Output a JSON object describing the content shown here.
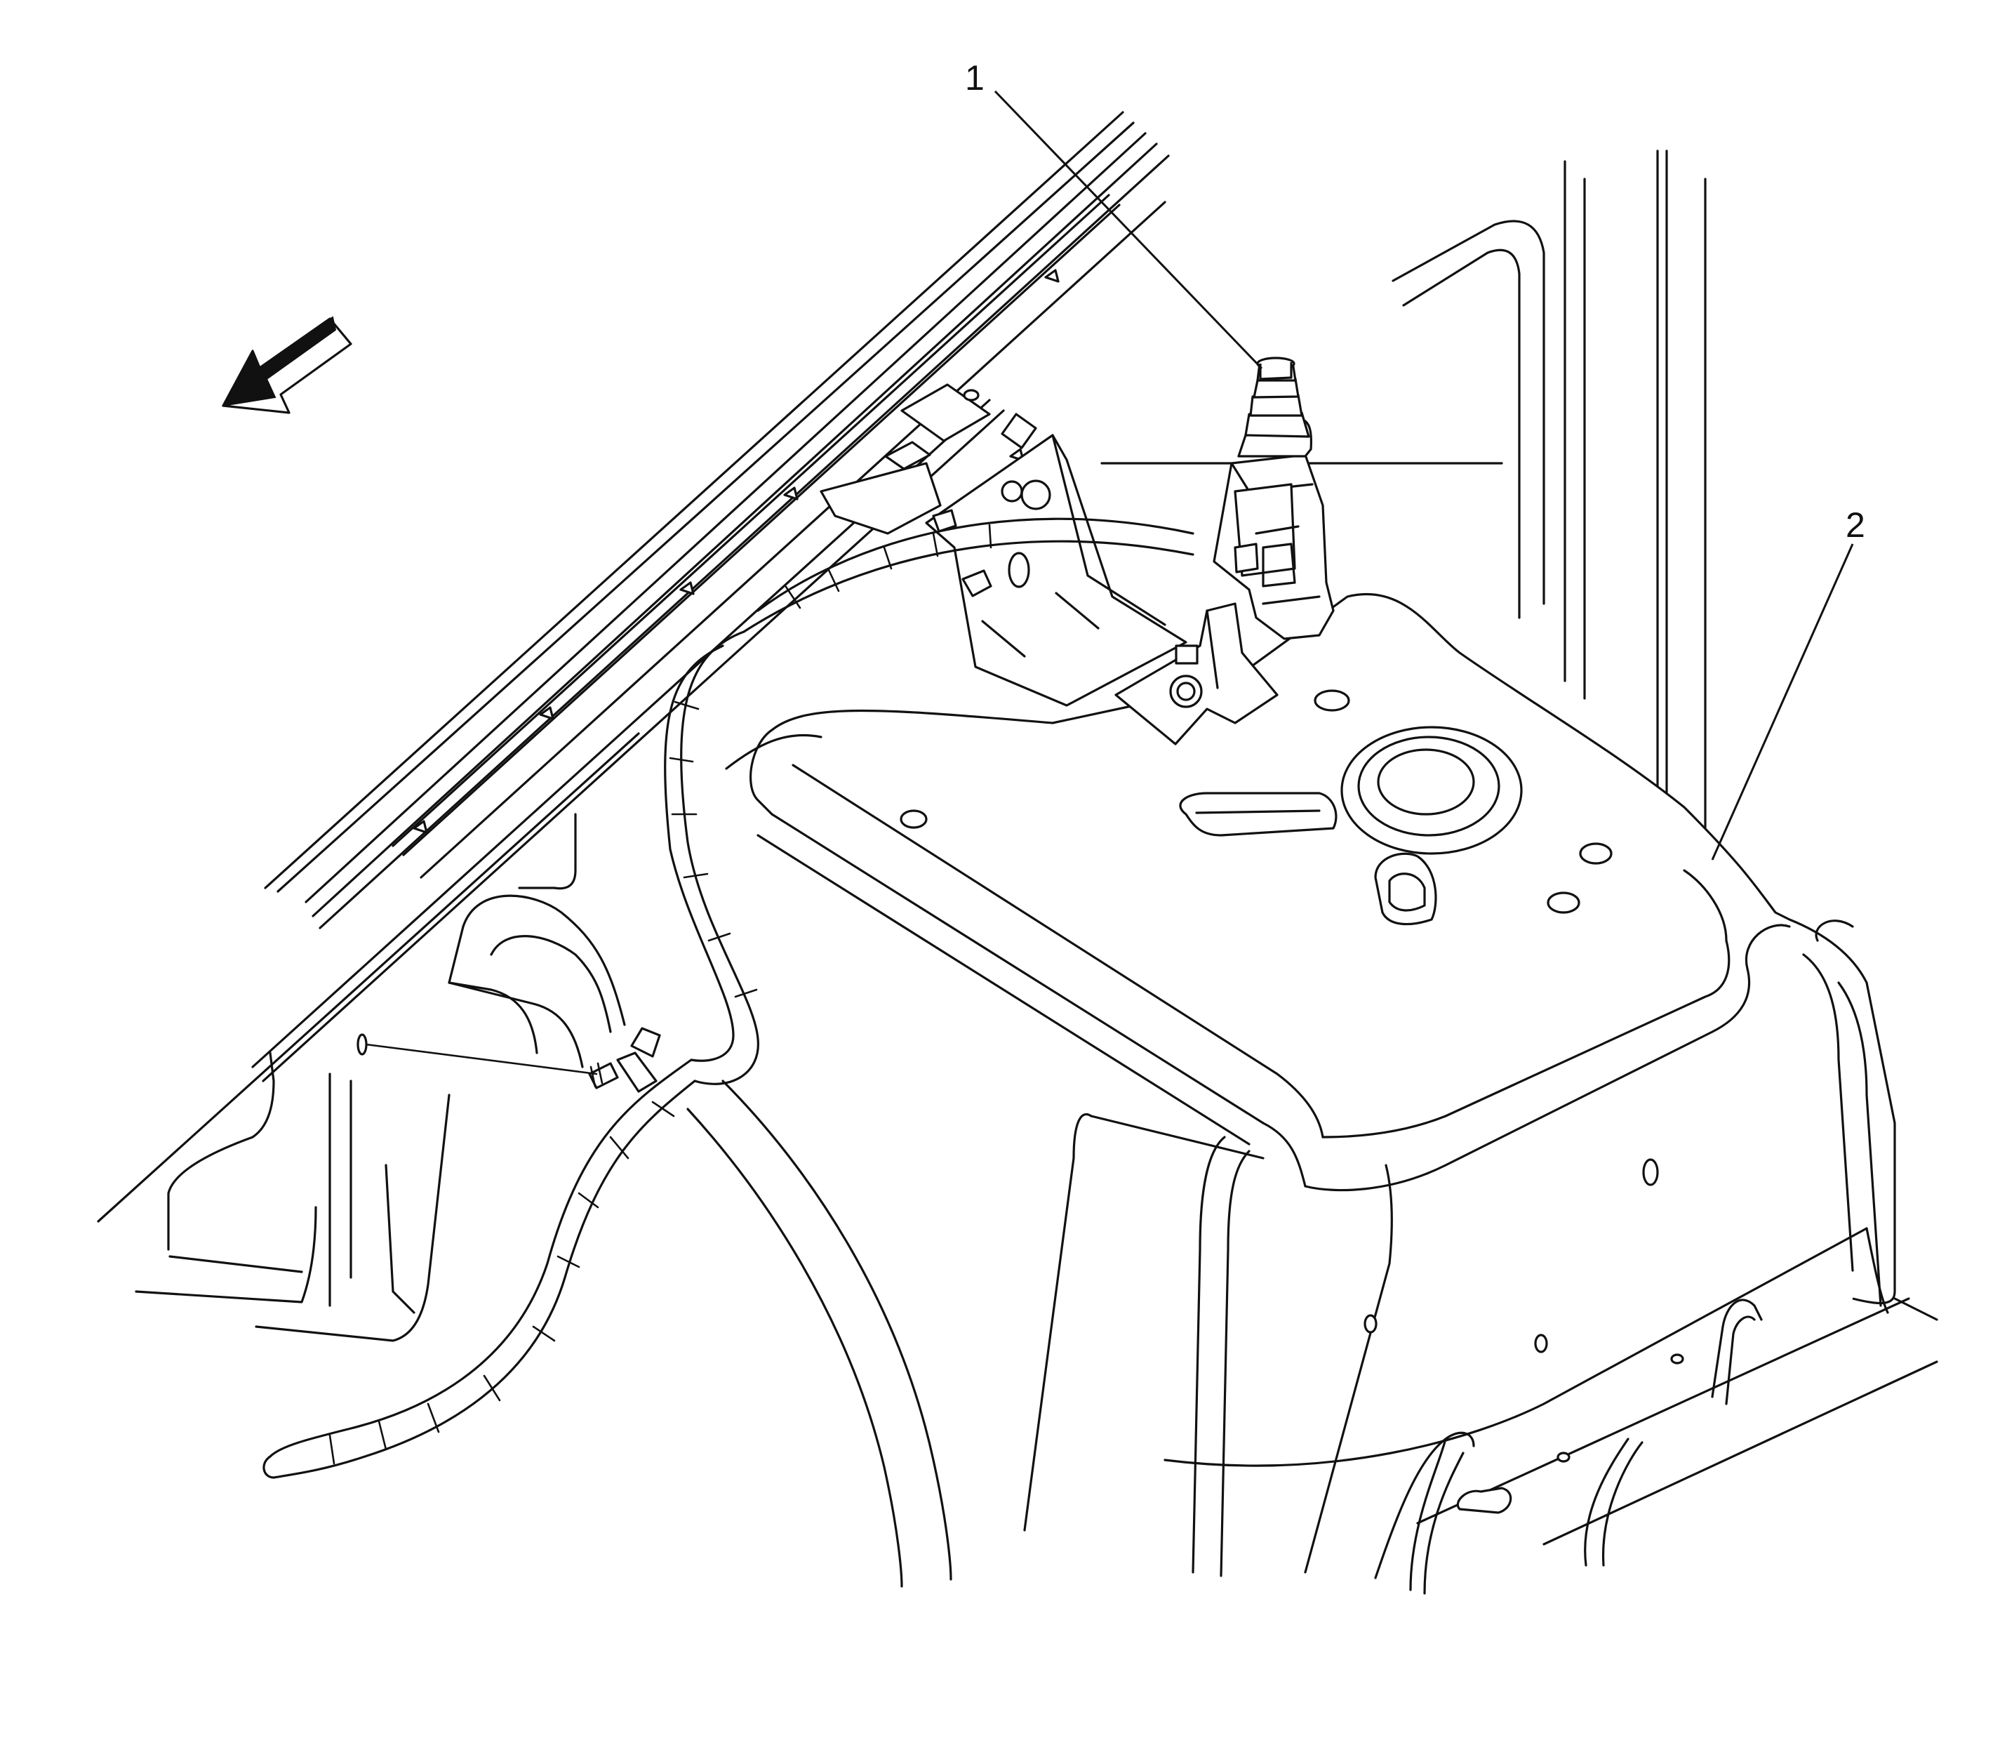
{
  "callouts": [
    {
      "id": "1",
      "label": "1"
    },
    {
      "id": "2",
      "label": "2"
    }
  ]
}
